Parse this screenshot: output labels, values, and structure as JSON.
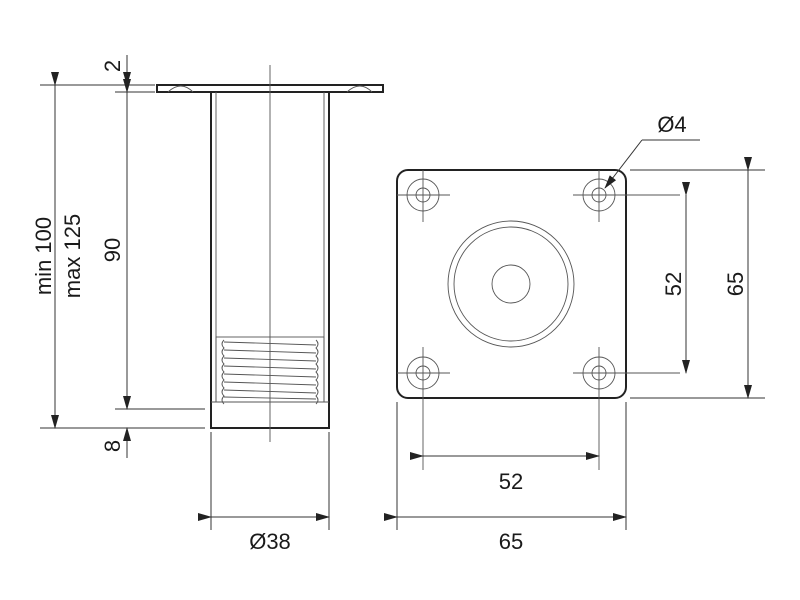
{
  "title": "Furniture leg technical drawing",
  "dimensions": {
    "overall_height_min": "min 100",
    "overall_height_max": "max 125",
    "tube_height": "90",
    "plate_thickness": "2",
    "adjuster_height": "8",
    "tube_diameter": "Ø38",
    "hole_diameter": "Ø4",
    "hole_spacing_horizontal": "52",
    "plate_width": "65",
    "hole_spacing_vertical": "52",
    "plate_height": "65"
  },
  "colors": {
    "line": "#222222",
    "background": "#ffffff"
  }
}
